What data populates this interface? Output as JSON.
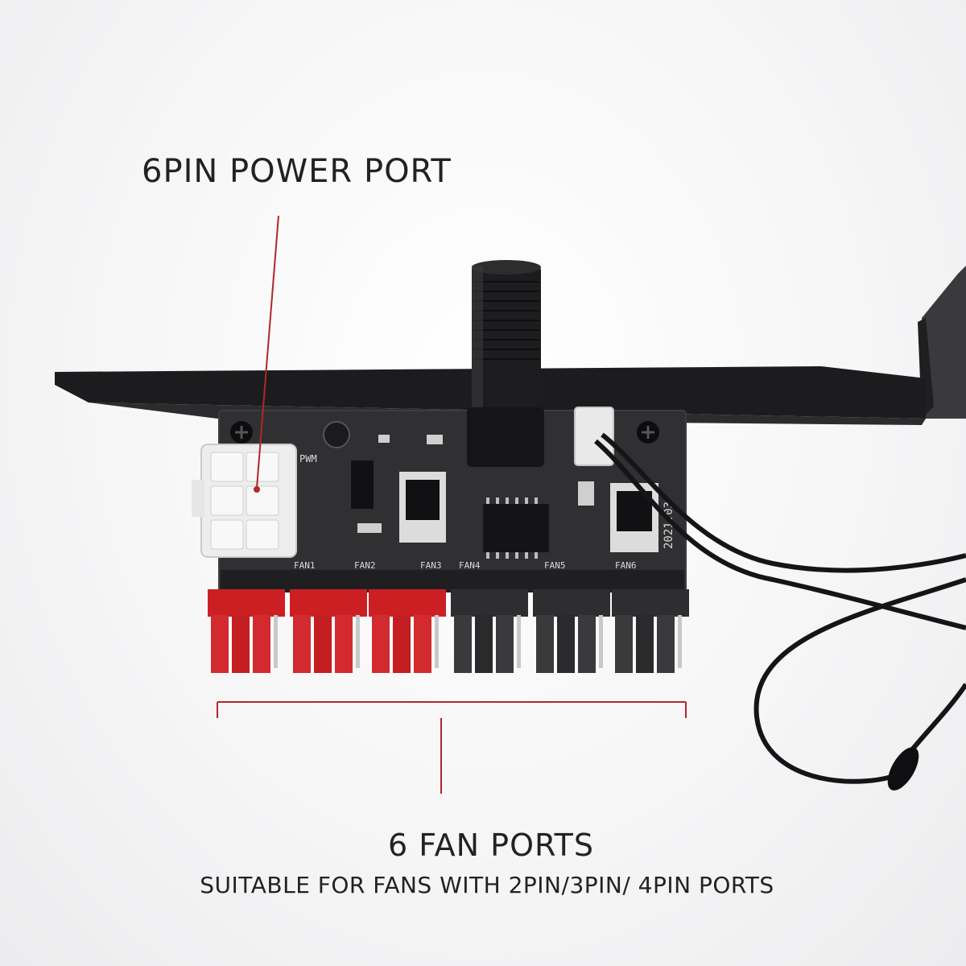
{
  "callouts": {
    "power_port": "6PIN POWER PORT",
    "fan_ports_title": "6 FAN PORTS",
    "fan_ports_subtitle": "SUITABLE FOR FANS WITH 2PIN/3PIN/ 4PIN PORTS"
  },
  "board_silkscreen": {
    "pwm": "PWM",
    "fan_labels": [
      "FAN1",
      "FAN2",
      "FAN3",
      "FAN4",
      "FAN5",
      "FAN6"
    ],
    "code": "2021.03"
  },
  "colors": {
    "accent_line": "#b3262b",
    "connector_red": "#cc1f24",
    "connector_black": "#2e2e30",
    "bracket": "#1c1c1e",
    "pcb": "#303033"
  }
}
